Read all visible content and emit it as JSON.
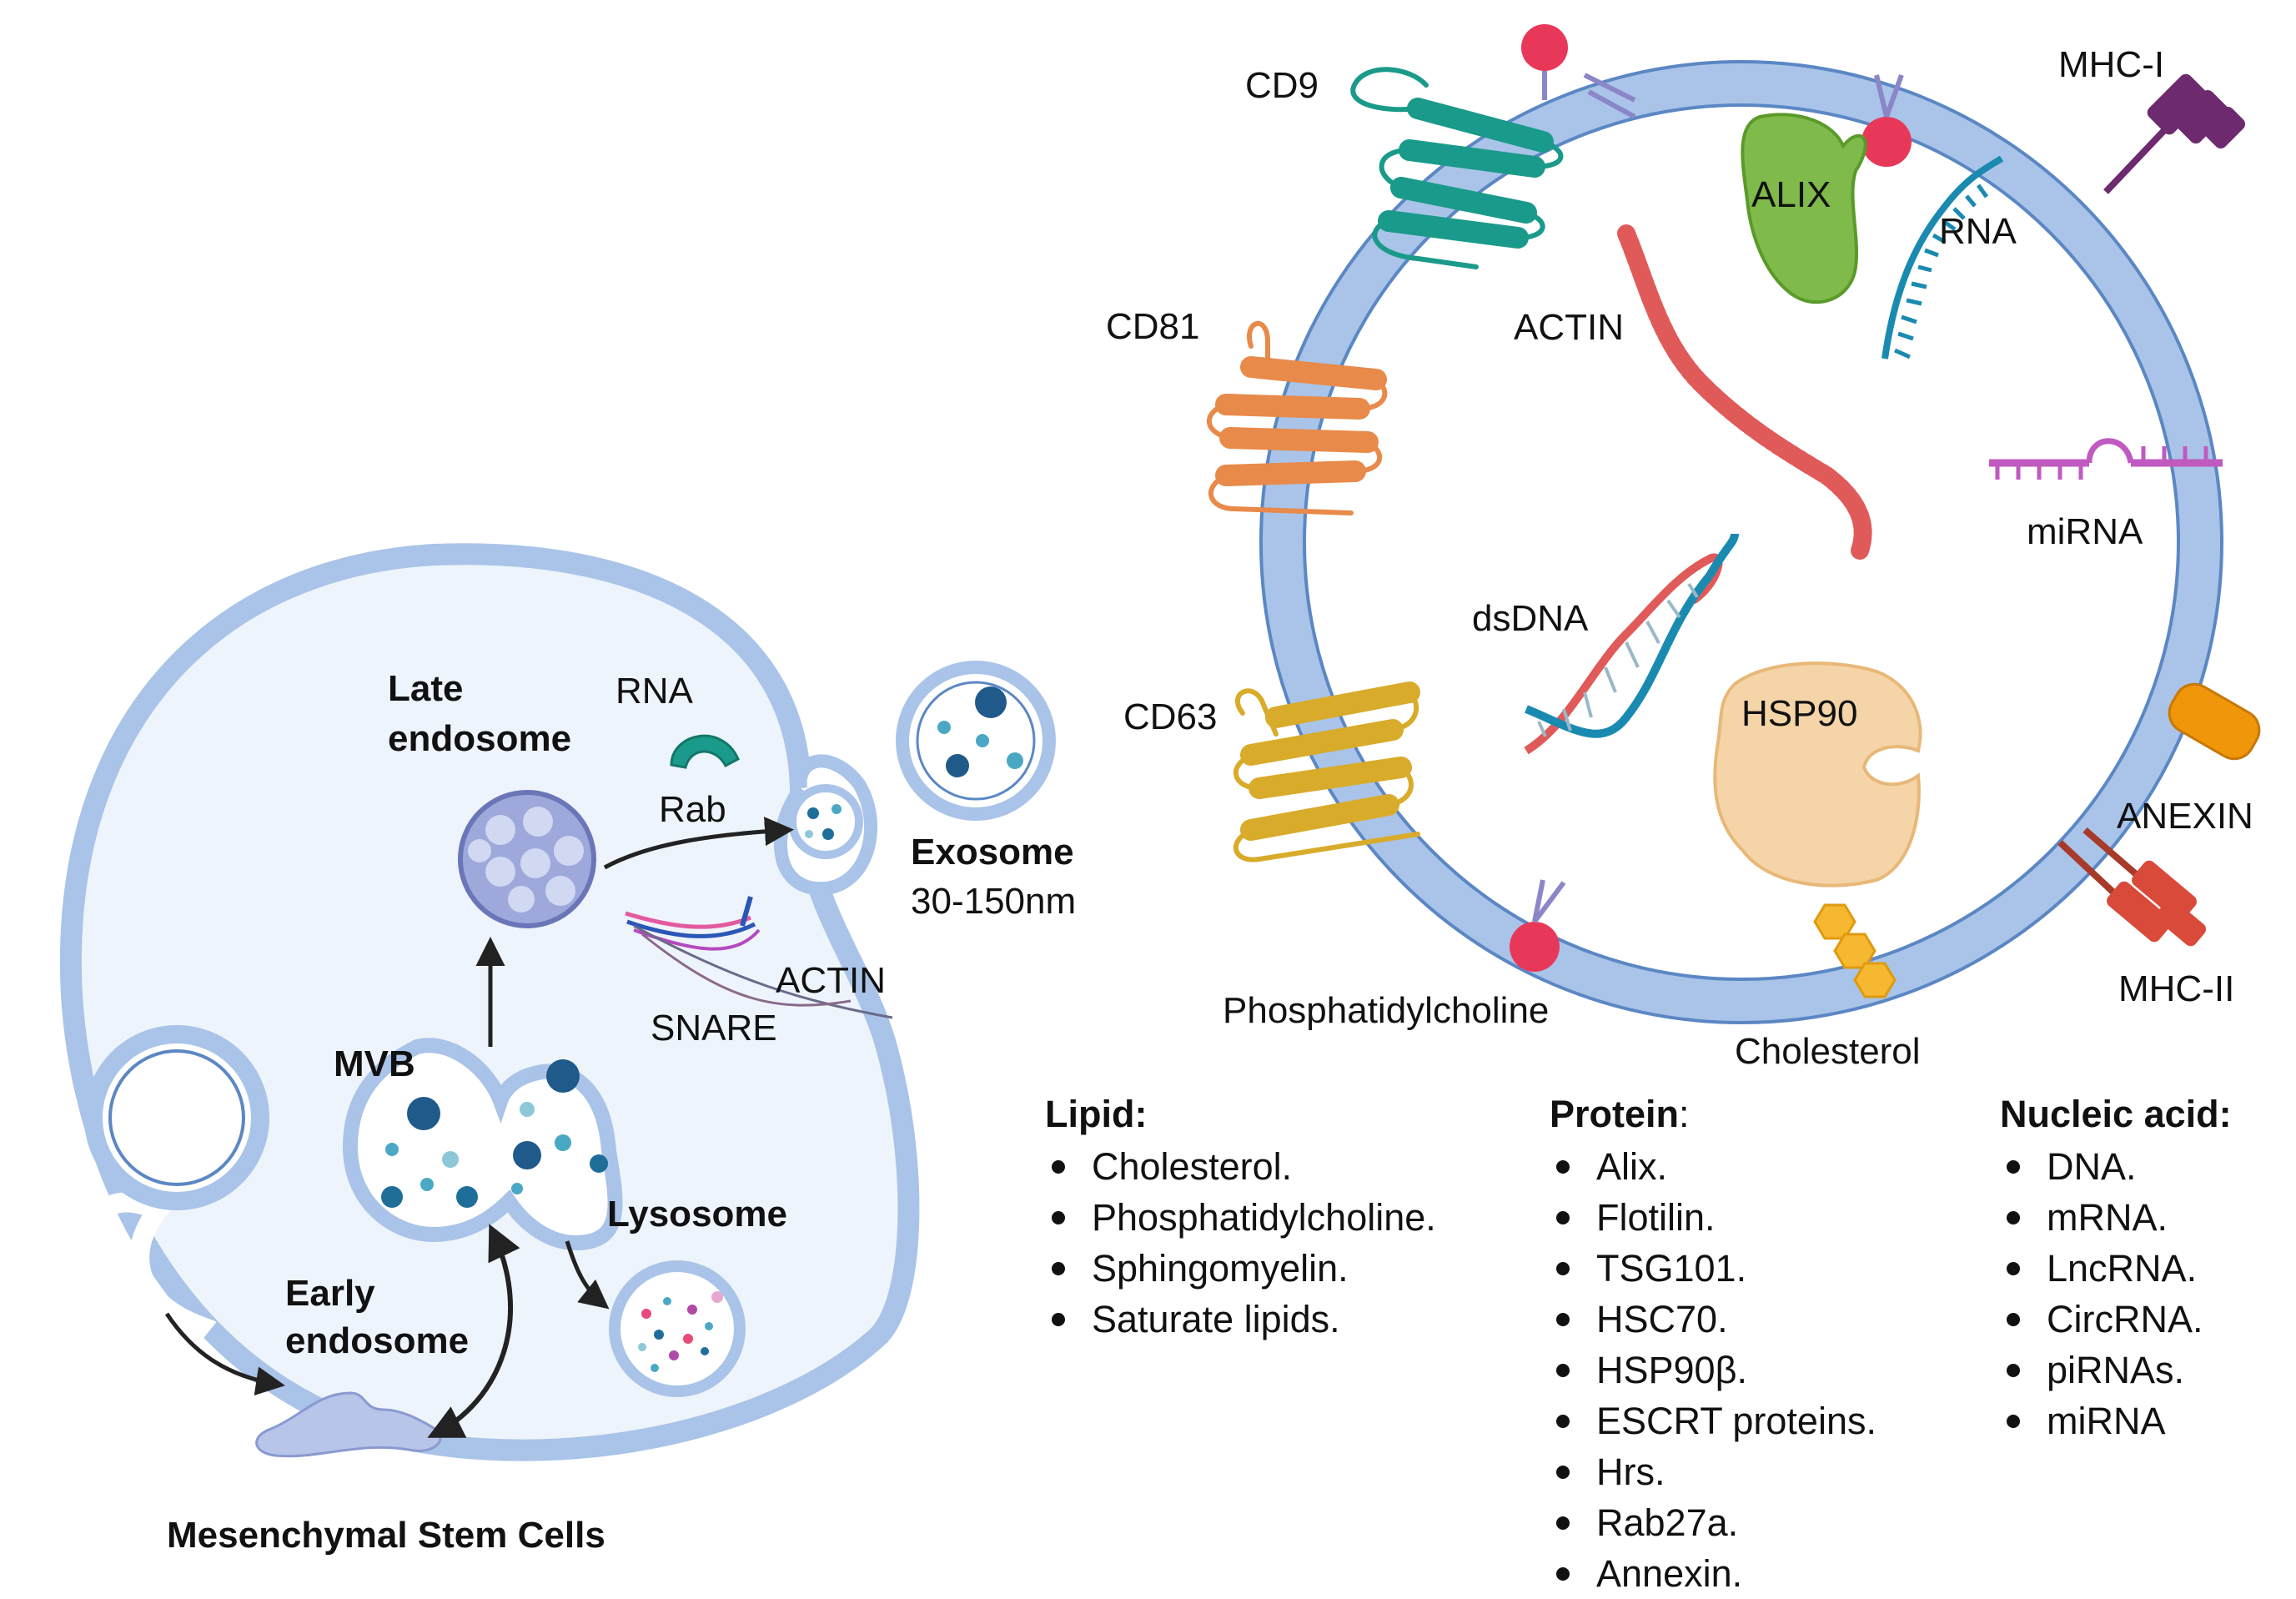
{
  "labels": {
    "cd9": "CD9",
    "cd81": "CD81",
    "cd63": "CD63",
    "mhc1": "MHC-I",
    "mhc2": "MHC-II",
    "alix": "ALIX",
    "rna_exo": "RNA",
    "actin_exo": "ACTIN",
    "mirna": "miRNA",
    "dsdna": "dsDNA",
    "hsp90": "HSP90",
    "anexin": "ANEXIN",
    "phosphatidylcholine": "Phosphatidylcholine",
    "cholesterol": "Cholesterol",
    "late_endosome_1": "Late",
    "late_endosome_2": "endosome",
    "rna_cell": "RNA",
    "rab": "Rab",
    "exosome": "Exosome",
    "exosome_size": "30-150nm",
    "actin_cell": "ACTIN",
    "snare": "SNARE",
    "mvb": "MVB",
    "lysosome": "Lysosome",
    "early_endosome_1": "Early",
    "early_endosome_2": "endosome",
    "cell_title": "Mesenchymal Stem Cells"
  },
  "lipid": {
    "title": "Lipid:",
    "items": [
      "Cholesterol.",
      "Phosphatidylcholine.",
      "Sphingomyelin.",
      "Saturate lipids."
    ]
  },
  "protein": {
    "title": "Protein",
    "title_suffix": ":",
    "items": [
      "Alix.",
      "Flotilin.",
      "TSG101.",
      "HSC70.",
      "HSP90β.",
      "ESCRT proteins.",
      "Hrs.",
      "Rab27a.",
      "Annexin."
    ]
  },
  "nucleic": {
    "title": "Nucleic acid:",
    "items": [
      "DNA.",
      "mRNA.",
      "LncRNA.",
      "CircRNA.",
      "piRNAs.",
      "miRNA"
    ]
  },
  "colors": {
    "membrane": "#a9c4e8",
    "membrane_edge": "#5b87c4",
    "cell_fill": "#eef4fb",
    "cd9": "#1a9a8a",
    "cd81": "#e88a4a",
    "cd63": "#d9ab2a",
    "mhc1": "#6e2a6e",
    "mhc2": "#d94a3a",
    "alix": "#7fba4a",
    "hsp90": "#f5d5a8",
    "mirna": "#c05ac0",
    "rna": "#1a8ab0",
    "actin": "#e05a5a",
    "anexin": "#f0960a",
    "phosphatidylcholine": "#e8385a",
    "cholesterol": "#f5b830"
  }
}
